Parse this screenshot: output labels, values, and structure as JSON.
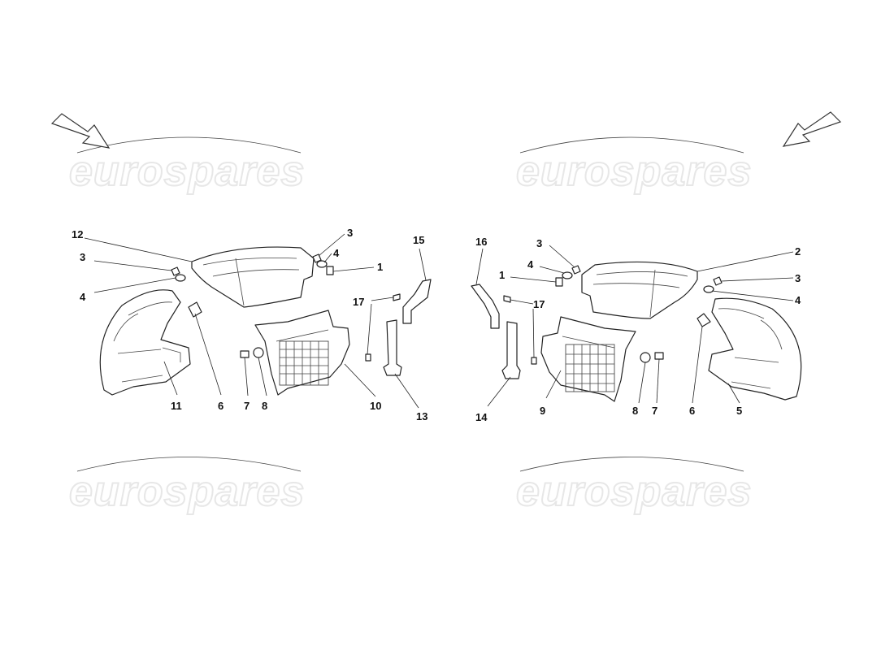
{
  "watermark": {
    "text": "eurospares"
  },
  "callouts": {
    "left": {
      "c12": "12",
      "c3a": "3",
      "c4a": "4",
      "c3b": "3",
      "c4b": "4",
      "c1": "1",
      "c15": "15",
      "c17": "17",
      "c11": "11",
      "c6": "6",
      "c7": "7",
      "c8": "8",
      "c10": "10",
      "c13": "13"
    },
    "right": {
      "c16": "16",
      "c3a": "3",
      "c4a": "4",
      "c1": "1",
      "c2": "2",
      "c3b": "3",
      "c4b": "4",
      "c17": "17",
      "c14": "14",
      "c9": "9",
      "c8": "8",
      "c7": "7",
      "c6": "6",
      "c5": "5"
    }
  },
  "icons": {
    "left_arrow": "direction-arrow-icon",
    "right_arrow": "direction-arrow-icon"
  }
}
